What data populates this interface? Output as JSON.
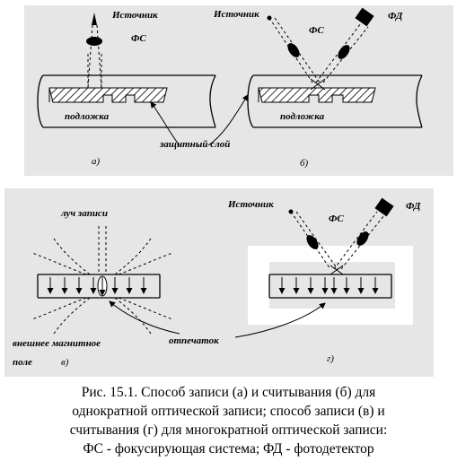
{
  "diagram": {
    "labels": {
      "source_a": "Источник",
      "fs_a": "ФС",
      "substrate_a": "подложка",
      "source_b": "Источник",
      "fs_b": "ФС",
      "fd_b": "ФД",
      "substrate_b": "подложка",
      "protective_layer": "защитный слой",
      "sub_a": "а)",
      "sub_b": "б)",
      "write_beam": "луч записи",
      "magnetic_field_line1": "внешнее магнитное",
      "magnetic_field_line2": "поле",
      "sub_v": "в)",
      "imprint": "отпечаток",
      "source_g": "Источник",
      "fs_g": "ФС",
      "fd_g": "ФД",
      "sub_g": "г)"
    }
  },
  "caption": {
    "line1": "Рис. 15.1. Способ записи (а) и считывания (б) для",
    "line2": "однократной оптической записи; способ записи (в) и",
    "line3": "считывания (г) для многократной оптической записи:",
    "line4": "ФС - фокусирующая система; ФД - фотодетектор"
  }
}
